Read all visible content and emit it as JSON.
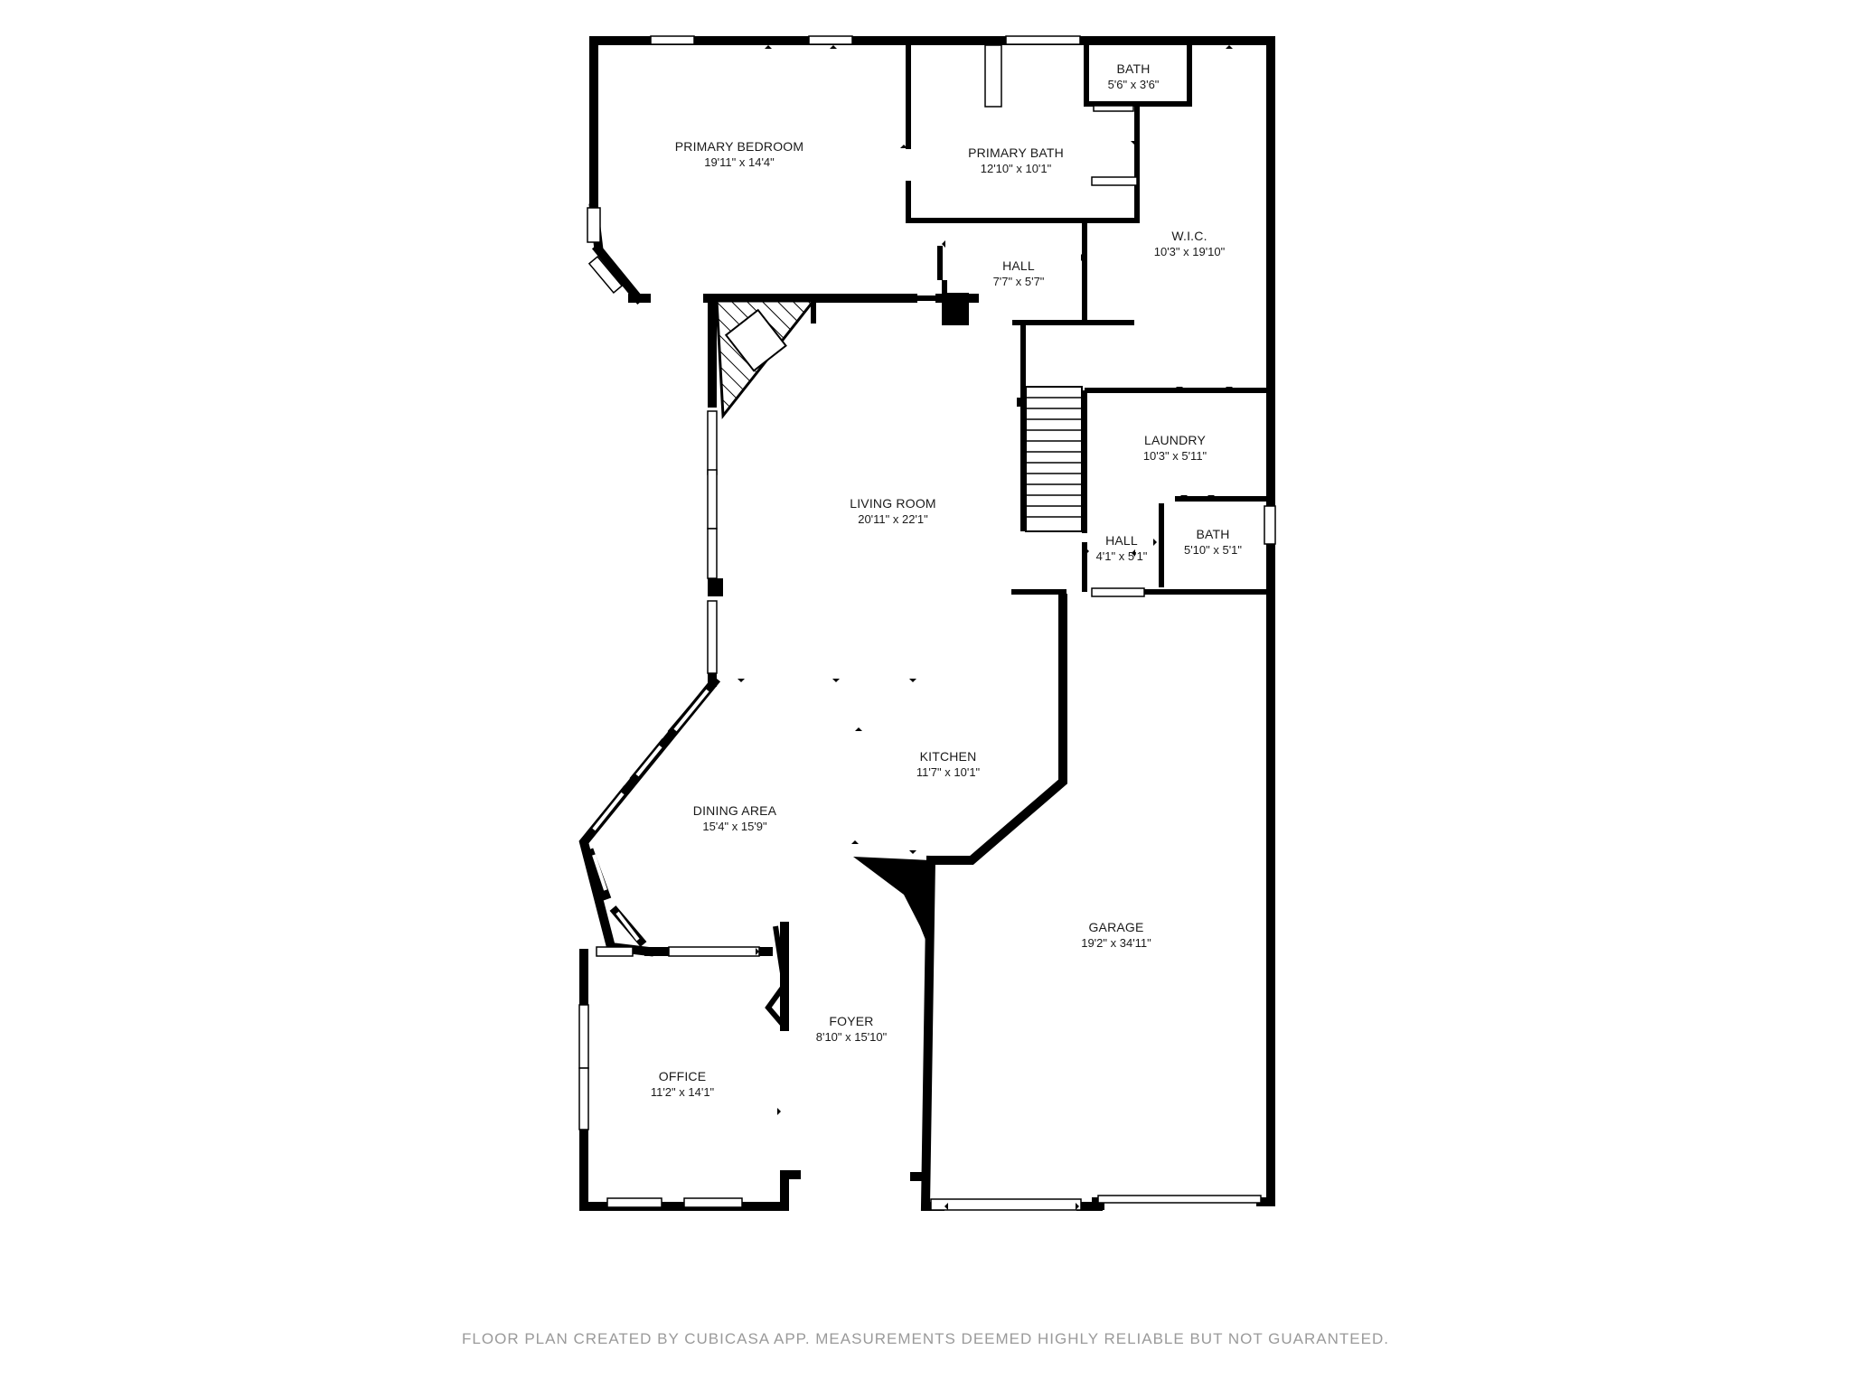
{
  "plan": {
    "wall_color": "#000000",
    "window_color": "#ffffff",
    "background": "#ffffff",
    "rooms": [
      {
        "id": "primary-bedroom",
        "name": "PRIMARY BEDROOM",
        "dims": "19'11\" x 14'4\""
      },
      {
        "id": "primary-bath",
        "name": "PRIMARY BATH",
        "dims": "12'10\" x 10'1\""
      },
      {
        "id": "bath-upper",
        "name": "BATH",
        "dims": "5'6\" x 3'6\""
      },
      {
        "id": "wic",
        "name": "W.I.C.",
        "dims": "10'3\" x 19'10\""
      },
      {
        "id": "hall-upper",
        "name": "HALL",
        "dims": "7'7\" x 5'7\""
      },
      {
        "id": "living-room",
        "name": "LIVING ROOM",
        "dims": "20'11\" x 22'1\""
      },
      {
        "id": "laundry",
        "name": "LAUNDRY",
        "dims": "10'3\" x 5'11\""
      },
      {
        "id": "hall-lower",
        "name": "HALL",
        "dims": "4'1\" x 5'1\""
      },
      {
        "id": "bath-lower",
        "name": "BATH",
        "dims": "5'10\" x 5'1\""
      },
      {
        "id": "kitchen",
        "name": "KITCHEN",
        "dims": "11'7\" x 10'1\""
      },
      {
        "id": "dining-area",
        "name": "DINING AREA",
        "dims": "15'4\" x 15'9\""
      },
      {
        "id": "garage",
        "name": "GARAGE",
        "dims": "19'2\" x 34'11\""
      },
      {
        "id": "foyer",
        "name": "FOYER",
        "dims": "8'10\" x 15'10\""
      },
      {
        "id": "office",
        "name": "OFFICE",
        "dims": "11'2\" x 14'1\""
      }
    ]
  },
  "footer": {
    "disclaimer": "FLOOR PLAN CREATED BY CUBICASA APP. MEASUREMENTS DEEMED HIGHLY RELIABLE BUT NOT GUARANTEED."
  }
}
